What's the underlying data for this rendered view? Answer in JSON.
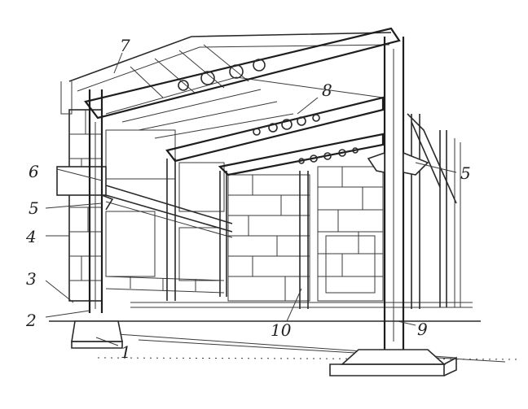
{
  "labels": {
    "l1": "1",
    "l2": "2",
    "l3": "3",
    "l4": "4",
    "l5a": "5",
    "l5b": "5",
    "l6": "6",
    "l7": "7",
    "l8": "8",
    "l9": "9",
    "l10": "10"
  },
  "colors": {
    "ink": "#2a2a2a",
    "paper": "#ffffff"
  }
}
